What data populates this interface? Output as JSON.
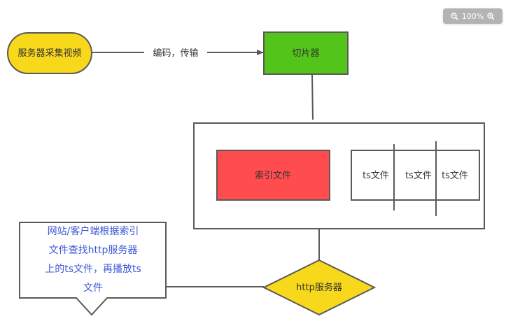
{
  "toolbar": {
    "zoom_level": "100%",
    "zoom_out_icon": "zoom-out-icon",
    "zoom_in_icon": "zoom-in-icon"
  },
  "diagram": {
    "nodes": {
      "capture": {
        "label": "服务器采集视频",
        "shape": "terminator",
        "fill": "#f8d81a"
      },
      "slicer": {
        "label": "切片器",
        "shape": "rectangle",
        "fill": "#52c41a"
      },
      "container": {
        "label": "",
        "shape": "rectangle",
        "fill": "#ffffff"
      },
      "index_file": {
        "label": "索引文件",
        "shape": "rectangle",
        "fill": "#ff4d4f"
      },
      "ts_files": [
        {
          "label": "ts文件"
        },
        {
          "label": "ts文件"
        },
        {
          "label": "ts文件"
        }
      ],
      "http_server": {
        "label": "http服务器",
        "shape": "diamond",
        "fill": "#f8d81a"
      },
      "note": {
        "lines": [
          "网站/客户端根据索引",
          "文件查找http服务器",
          "上的ts文件，再播放ts",
          "文件"
        ],
        "color": "#3b57d6"
      }
    },
    "edges": [
      {
        "from": "capture",
        "to": "slicer",
        "label": "编码，传输",
        "arrow": true
      },
      {
        "from": "slicer",
        "to": "container",
        "label": "",
        "arrow": false
      },
      {
        "from": "container",
        "to": "http_server",
        "label": "",
        "arrow": false
      },
      {
        "from": "http_server",
        "to": "note",
        "label": "",
        "arrow": false
      }
    ],
    "stroke_color": "#5a5a5a"
  }
}
